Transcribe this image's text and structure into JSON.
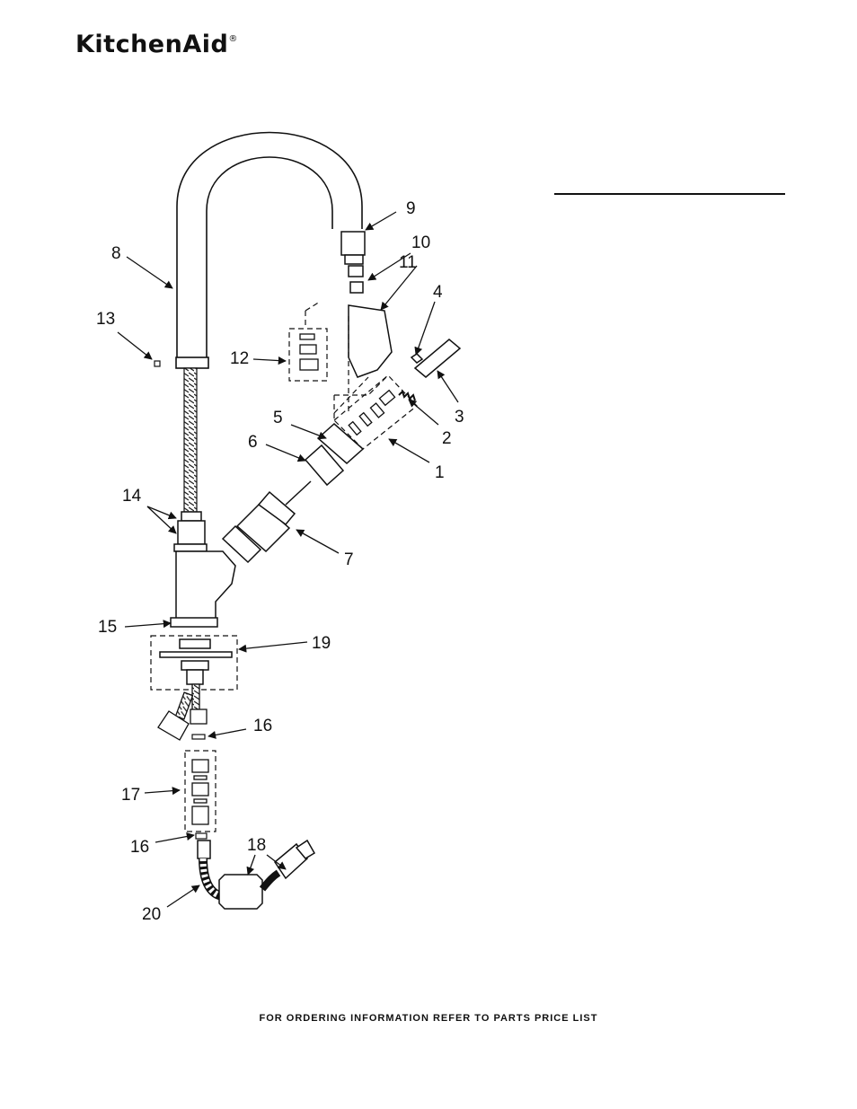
{
  "brand": {
    "logo_text": "KitchenAid",
    "registered_mark": "®"
  },
  "callouts": {
    "c1": "1",
    "c2": "2",
    "c3": "3",
    "c4": "4",
    "c5": "5",
    "c6": "6",
    "c7": "7",
    "c8": "8",
    "c9": "9",
    "c10": "10",
    "c11": "11",
    "c12": "12",
    "c13": "13",
    "c14": "14",
    "c15": "15",
    "c16a": "16",
    "c16b": "16",
    "c17": "17",
    "c18": "18",
    "c19": "19",
    "c20": "20"
  },
  "footer": {
    "text": "FOR ORDERING INFORMATION REFER TO PARTS PRICE LIST"
  }
}
